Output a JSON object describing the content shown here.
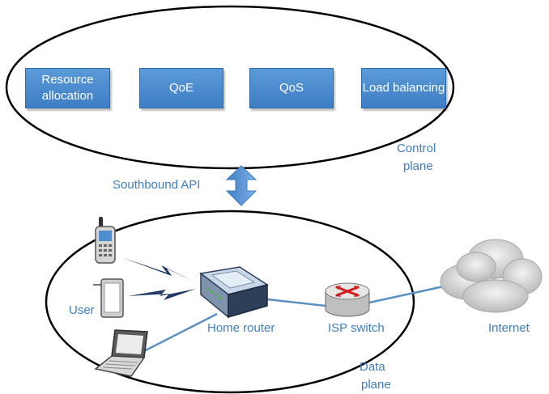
{
  "control_plane": {
    "functions": [
      "Resource allocation",
      "QoE",
      "QoS",
      "Load balancing"
    ],
    "label_line1": "Control",
    "label_line2": "plane"
  },
  "southbound_api": {
    "label": "Southbound API"
  },
  "data_plane": {
    "label_line1": "Data",
    "label_line2": "plane",
    "user_label": "User",
    "home_router_label": "Home router",
    "isp_switch_label": "ISP switch",
    "internet_label": "Internet"
  },
  "colors": {
    "accent": "#3f7fc0",
    "box_fill": "#4a8bd0",
    "link_line": "#5b8fc4",
    "wireless_bolt": "#1f3864"
  }
}
